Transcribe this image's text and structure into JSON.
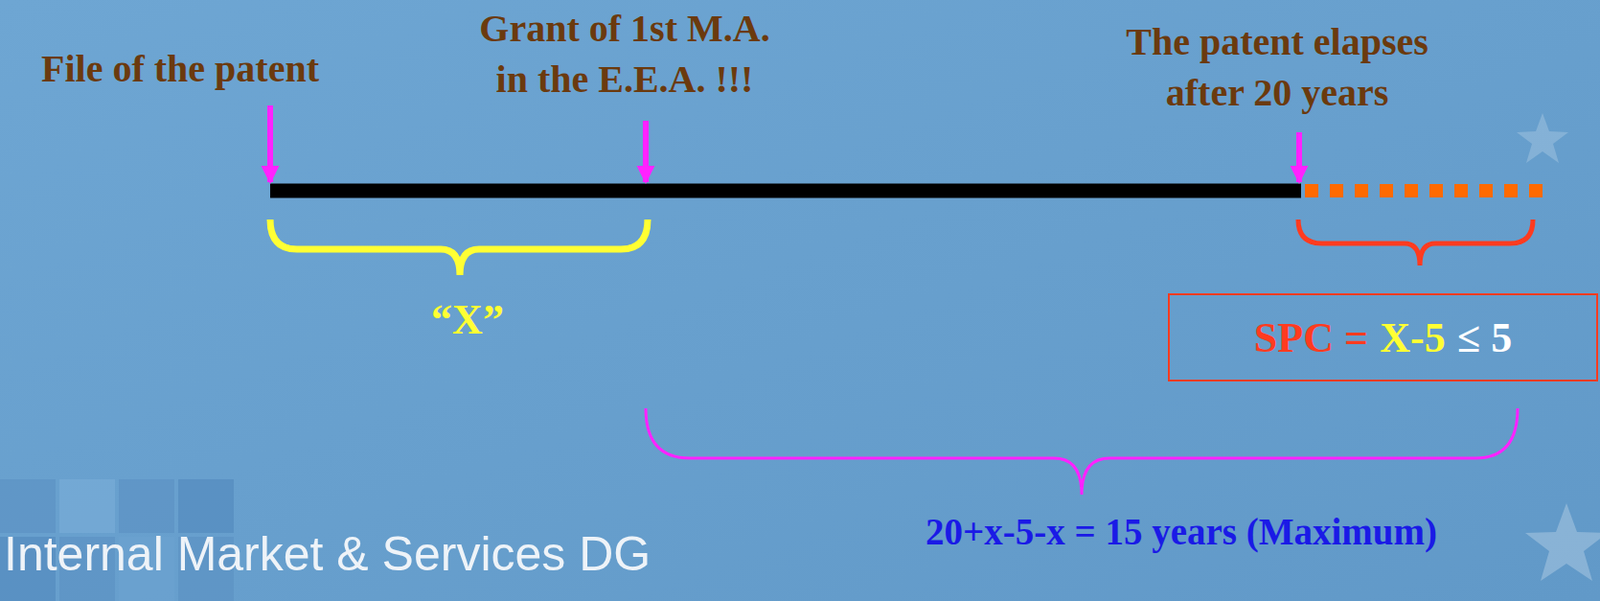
{
  "diagram": {
    "nodes": [
      {
        "text": [
          "SPC =",
          "X-5",
          "≤ 5"
        ]
      }
    ],
    "labels": [
      "File of the patent",
      "Grant of 1st M.A. in the E.E.A. !!!",
      "The patent elapses after 20 years",
      "“X”",
      "20+x-5-x = 15 years (Maximum)",
      "Internal Market & Services DG"
    ]
  }
}
